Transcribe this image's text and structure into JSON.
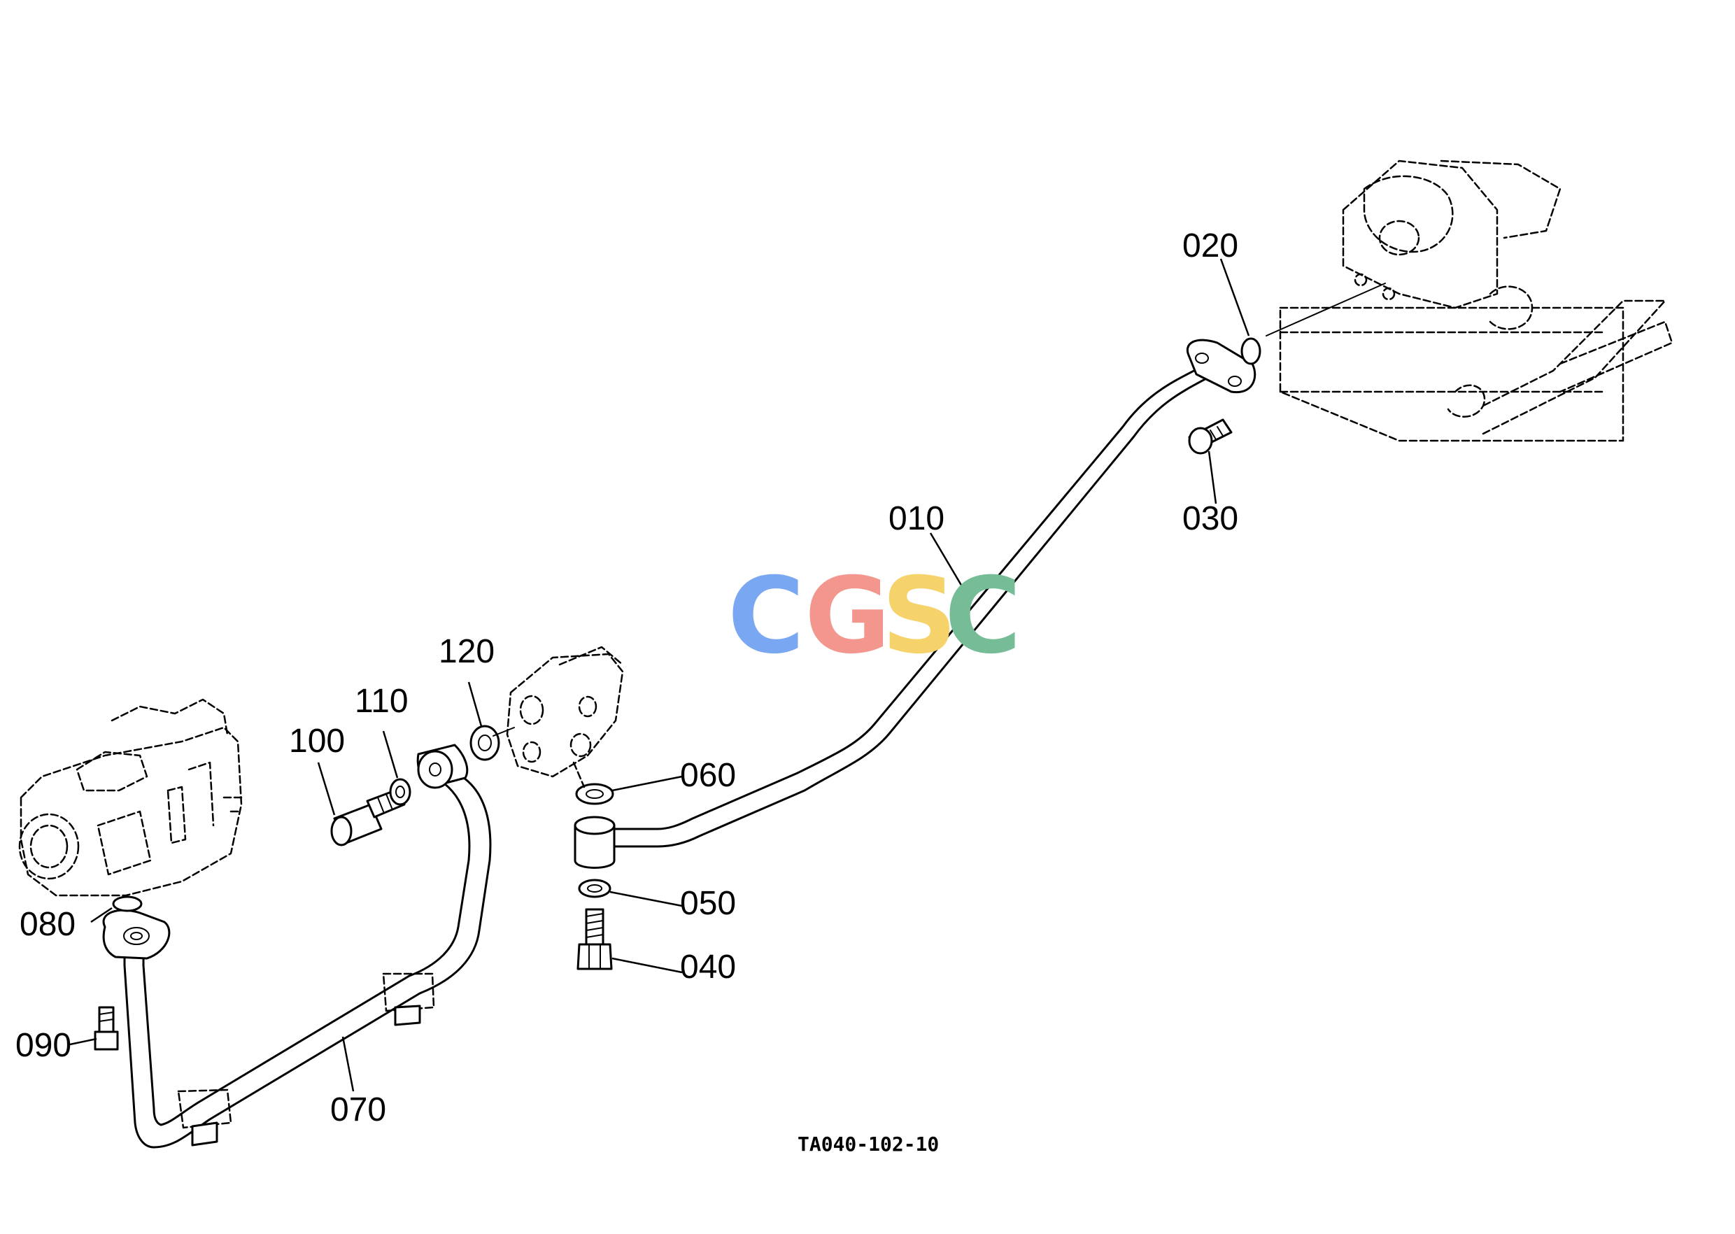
{
  "callouts": {
    "c010": "010",
    "c020": "020",
    "c030": "030",
    "c040": "040",
    "c050": "050",
    "c060": "060",
    "c070": "070",
    "c080": "080",
    "c090": "090",
    "c100": "100",
    "c110": "110",
    "c120": "120"
  },
  "drawing_code": "TA040-102-10",
  "watermark": {
    "letters": [
      "C",
      "G",
      "S",
      "C"
    ],
    "colors": [
      "#7aa7f2",
      "#f2968e",
      "#f5d36a",
      "#76bd97"
    ]
  }
}
